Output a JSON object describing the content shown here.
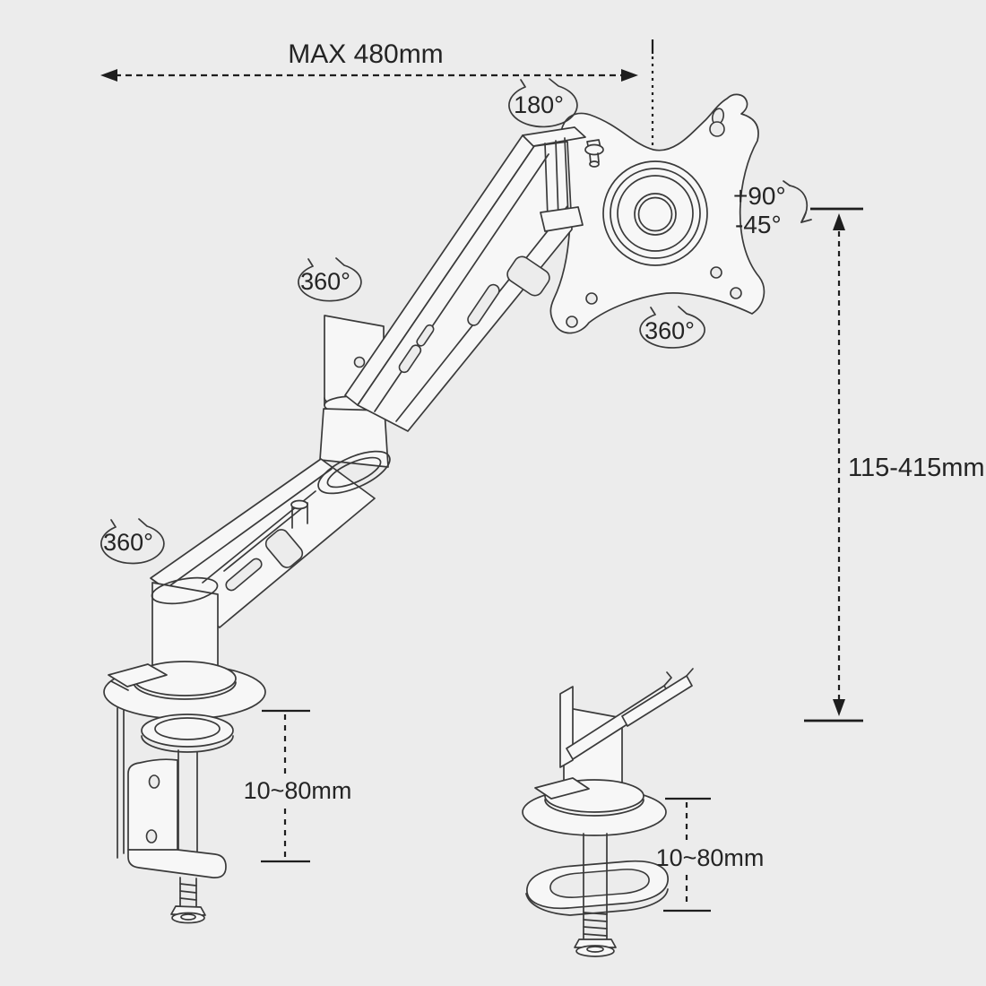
{
  "page": {
    "background": "#ececec",
    "line_color": "#3a3a3a",
    "dimension_color": "#1e1e1e"
  },
  "labels": {
    "max_extension": "MAX 480mm",
    "head_swivel": "180°",
    "tilt_up": "+90°",
    "tilt_down": "-45°",
    "vesa_rotation": "360°",
    "arm_rotation": "360°",
    "base_rotation": "360°",
    "height_range": "115-415mm",
    "clamp_thickness": "10~80mm",
    "grommet_thickness": "10~80mm"
  }
}
